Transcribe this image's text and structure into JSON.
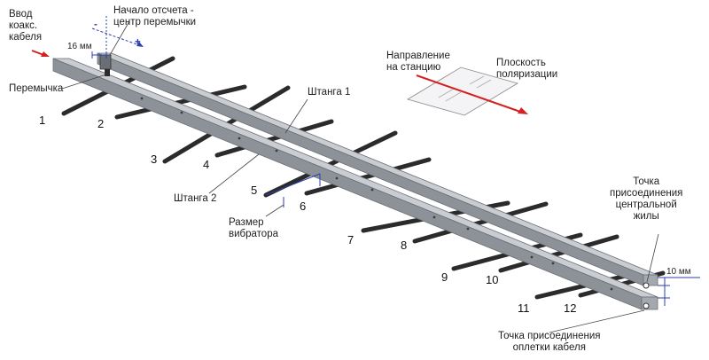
{
  "labels": {
    "coax_input": "Ввод\nкоакс.\nкабеля",
    "origin": "Начало отсчета -\nцентр перемычки",
    "dim_16": "16 мм",
    "jumper": "Перемычка",
    "boom1": "Штанга 1",
    "boom2": "Штанга 2",
    "vibrator_size": "Размер\nвибратора",
    "direction": "Направление\nна станцию",
    "polarization": "Плоскость\nполяризации",
    "center_conductor": "Точка\nприсоединения\nцентральной\nжилы",
    "dim_10": "10 мм",
    "braid_point": "Точка присоединения\nоплетки кабеля",
    "axis_minus": "-",
    "axis_plus": "+"
  },
  "element_numbers": [
    "1",
    "2",
    "3",
    "4",
    "5",
    "6",
    "7",
    "8",
    "9",
    "10",
    "11",
    "12"
  ],
  "colors": {
    "boom_top": "#c9ccd1",
    "boom_side": "#8d9299",
    "boom_dark": "#6a6f76",
    "rod": "#2b2b2b",
    "arrow_red": "#d42020",
    "dim_blue": "#2a3fb0",
    "connector": "#d8a400"
  }
}
